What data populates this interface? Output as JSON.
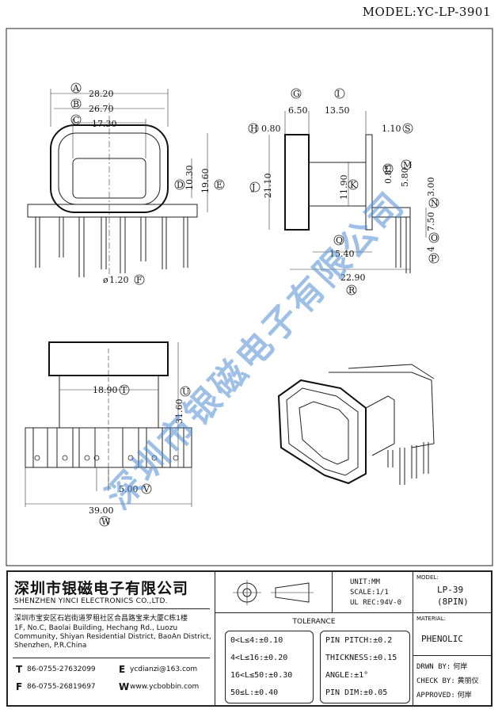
{
  "model": "MODEL:YC-LP-3901",
  "dims": {
    "A": "28.20",
    "B": "26.70",
    "C": "17.30",
    "D": "10.30",
    "E": "19.60",
    "F": "1.20",
    "G": "6.50",
    "H": "0.80",
    "I": "13.50",
    "J": "21.10",
    "K": "11.90",
    "L": "0.85",
    "M": "5.80",
    "N": "3.00",
    "O": "7.50",
    "P": "4",
    "Q": "15.40",
    "R": "22.90",
    "S": "1.10",
    "T": "18.90",
    "U": "31.60",
    "V": "5.00",
    "W": "39.00"
  },
  "markers": {
    "A": "A",
    "B": "B",
    "C": "C",
    "D": "D",
    "E": "E",
    "F": "F",
    "G": "G",
    "H": "H",
    "I": "I",
    "J": "J",
    "K": "K",
    "L": "L",
    "M": "M",
    "N": "N",
    "O": "O",
    "P": "P",
    "Q": "Q",
    "R": "R",
    "S": "S",
    "T": "T",
    "U": "U",
    "V": "V",
    "W": "W"
  },
  "diameter_prefix": "ø",
  "watermark": "深圳市银磁电子有限公司",
  "company": {
    "name_cn": "深圳市银磁电子有限公司",
    "name_en": "SHENZHEN YINCI ELECTRONICS CO.,LTD.",
    "address_cn": "深圳市宝安区石岩街道罗租社区合昌路宝来大厦C栋1楼",
    "address_en": "1F, No.C, Baolai Building, Hechang Rd., Luozu Community, Shiyan Residential District, BaoAn District, Shenzhen, P.R.China",
    "tel_label": "T",
    "tel": "86-0755-27632099",
    "fax_label": "F",
    "fax": "86-0755-26819697",
    "email_label": "E",
    "email": "ycdianzi@163.com",
    "web_label": "W",
    "web": "www.ycbobbin.com"
  },
  "spec": {
    "unit": "UNIT:MM",
    "scale": "SCALE:1/1",
    "ul": "UL REC:94V-0"
  },
  "model_box": {
    "label": "MODEL:",
    "name": "LP-39",
    "pins": "(8PIN)"
  },
  "material": {
    "label": "MATERIAL:",
    "value": "PHENOLIC"
  },
  "tolerance": {
    "title": "TOLERANCE",
    "left": [
      "0<L≤4:±0.10",
      "4<L≤16:±0.20",
      "16<L≤50:±0.30",
      "50≤L:±0.40"
    ],
    "right": [
      "PIN PITCH:±0.2",
      "THICKNESS:±0.15",
      "ANGLE:±1°",
      "PIN DIM:±0.05"
    ]
  },
  "signoff": {
    "drawn_label": "DRWN BY:",
    "drawn": "何岸",
    "check_label": "CHECK BY:",
    "check": "黄丽仪",
    "approved_label": "APPROVED:",
    "approved": "何岸"
  }
}
